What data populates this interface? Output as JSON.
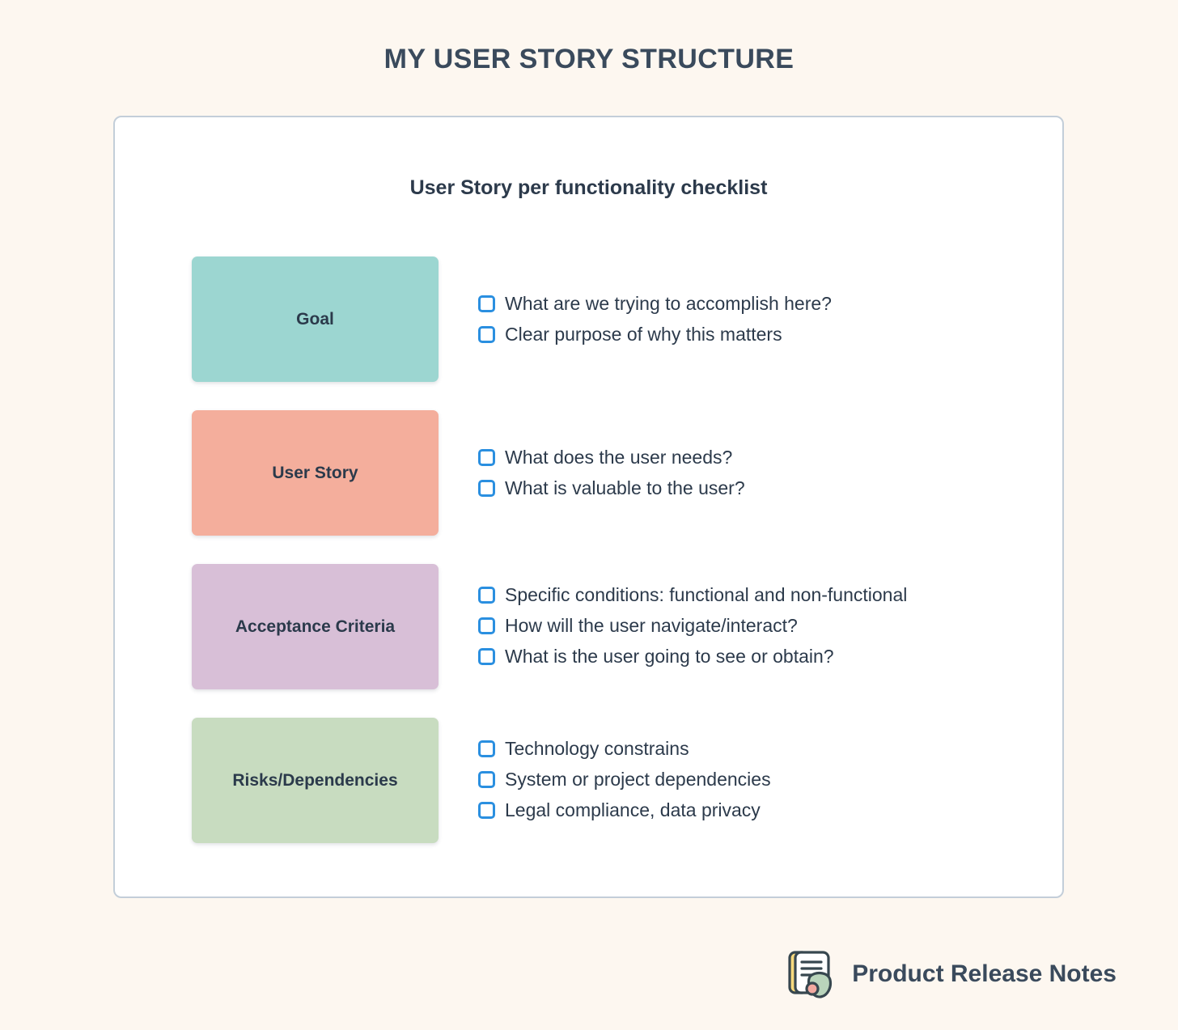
{
  "page": {
    "title": "MY USER STORY STRUCTURE",
    "background_color": "#fdf7f0",
    "title_color": "#3a4a5c"
  },
  "card": {
    "title": "User Story per functionality checklist",
    "border_color": "#c3ced9",
    "background_color": "#ffffff"
  },
  "checkbox": {
    "color": "#2a8fe0",
    "state": "unchecked"
  },
  "sections": [
    {
      "label": "Goal",
      "color": "#9cd6d1",
      "items": [
        "What are we trying to accomplish here?",
        "Clear purpose of why this matters"
      ]
    },
    {
      "label": "User Story",
      "color": "#f4ae9c",
      "items": [
        "What does the user needs?",
        "What is valuable to the user?"
      ]
    },
    {
      "label": "Acceptance Criteria",
      "color": "#d8bfd7",
      "items": [
        "Specific conditions: functional and non-functional",
        "How will the user navigate/interact?",
        "What is the user going to see or obtain?"
      ]
    },
    {
      "label": "Risks/Dependencies",
      "color": "#c8dcc0",
      "items": [
        "Technology constrains",
        "System or project dependencies",
        "Legal compliance, data privacy"
      ]
    }
  ],
  "footer": {
    "brand_name": "Product Release Notes",
    "logo_icon": "document-notes-icon",
    "logo_colors": {
      "tab": "#f7d97e",
      "paper": "#ffffff",
      "outline": "#37474f",
      "bubble": "#b9d4bb",
      "dot": "#f2a9a0"
    }
  }
}
